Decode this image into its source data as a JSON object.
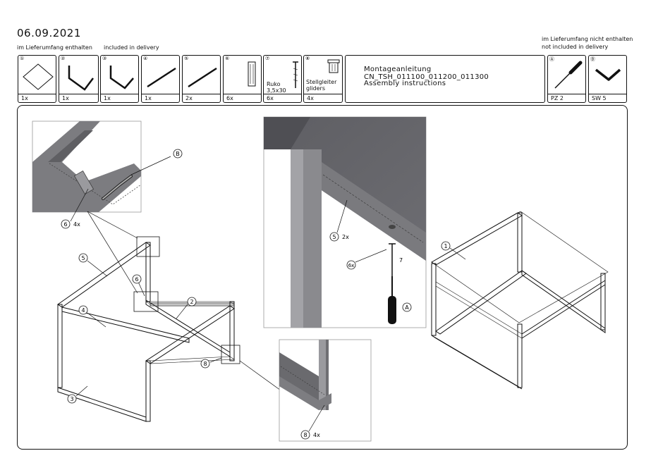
{
  "header": {
    "date": "06.09.2021",
    "included_de": "im Lieferumfang enthalten",
    "included_en": "included in delivery",
    "not_included_de": "im Lieferumfang nicht enthalten",
    "not_included_en": "not included in delivery"
  },
  "parts": [
    {
      "num": "1",
      "qty": "1x",
      "icon": "tabletop-icon"
    },
    {
      "num": "2",
      "qty": "1x",
      "icon": "frame-bracket-icon"
    },
    {
      "num": "3",
      "qty": "1x",
      "icon": "frame-bracket-icon"
    },
    {
      "num": "4",
      "qty": "1x",
      "icon": "rod-icon"
    },
    {
      "num": "5",
      "qty": "2x",
      "icon": "rod-icon"
    },
    {
      "num": "6",
      "qty": "6x",
      "icon": "connector-icon"
    },
    {
      "num": "7",
      "qty": "6x",
      "icon": "screw-icon",
      "label1": "Ruko",
      "label2": "3,5x30"
    },
    {
      "num": "8",
      "qty": "4x",
      "icon": "glider-icon",
      "label1": "Stellgleiter",
      "label2": "gliders"
    }
  ],
  "tools": [
    {
      "num": "A",
      "qty": "PZ 2",
      "icon": "screwdriver-icon"
    },
    {
      "num": "B",
      "qty": "SW 5",
      "icon": "allen-key-icon"
    }
  ],
  "title": {
    "line1": "Montageanleitung CN_TSH_011100_011200_011300",
    "line2": "Assembly instructions"
  },
  "callouts": {
    "c1": "1",
    "c2": "2",
    "c3": "3",
    "c4": "4",
    "c5": "5",
    "c6": "6",
    "c8": "8",
    "cB": "B",
    "cA": "A",
    "q6_4x": "4x",
    "q5_2x": "2x",
    "q6_6x": "6x",
    "q7": "7",
    "q8_4x": "4x"
  }
}
